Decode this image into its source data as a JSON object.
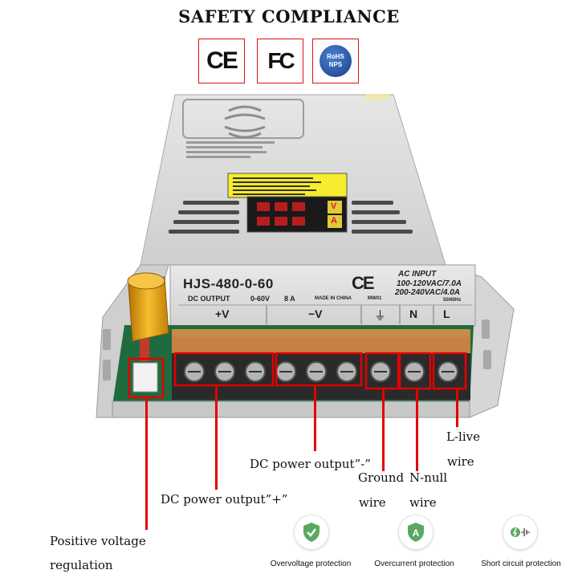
{
  "title": "SAFETY COMPLIANCE",
  "certifications": [
    {
      "name": "ce-mark",
      "text": "CE"
    },
    {
      "name": "fcc-mark",
      "text": "FC"
    },
    {
      "name": "rohs-mark",
      "text": "RoHS",
      "subtext": "NPS"
    }
  ],
  "device": {
    "model": "HJS-480-0-60",
    "ce": "CE",
    "ac_input_title": "AC INPUT",
    "ac_input_line1": "100-120VAC/7.0A",
    "ac_input_line2": "200-240VAC/4.0A",
    "frequency": "50/60Hz",
    "dc_output_label": "DC OUTPUT",
    "dc_output_range": "0-60V",
    "dc_output_current": "8 A",
    "made_in": "MADE IN CHINA",
    "code": "MW01",
    "terminal_pos": "+V",
    "terminal_neg": "−V",
    "terminal_n": "N",
    "terminal_l": "L",
    "display_v": "V",
    "display_a": "A"
  },
  "callouts": {
    "live_line1": "L-live",
    "live_line2": "wire",
    "dc_neg": "DC power output”-”",
    "ground_line1": "Ground",
    "ground_line2": "wire",
    "null_line1": "N-null",
    "null_line2": "wire",
    "dc_pos": "DC power output”+”",
    "pot_line1": "Positive voltage",
    "pot_line2": "regulation"
  },
  "features": [
    {
      "label": "Overvoltage protection",
      "icon": "shield-check-icon"
    },
    {
      "label": "Overcurrent protection",
      "icon": "shield-a-icon"
    },
    {
      "label": "Short circuit protection",
      "icon": "short-circuit-icon"
    }
  ],
  "colors": {
    "callout_red": "#e30000",
    "terminal_amber": "#e3904a",
    "knob_gold": "#e8a416",
    "feature_green": "#5aa860"
  }
}
